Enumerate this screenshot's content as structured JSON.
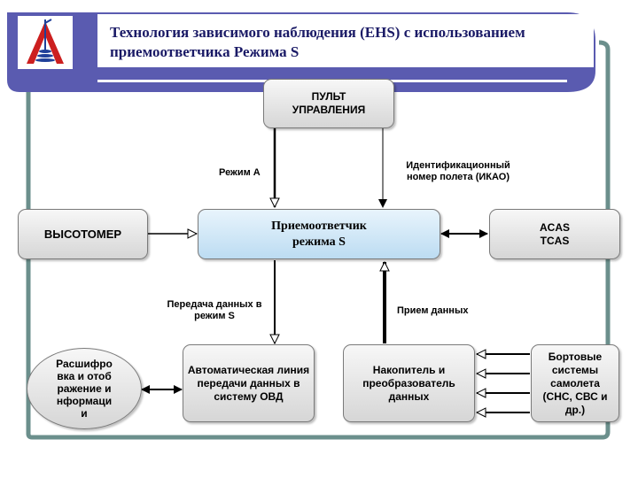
{
  "title": "Технология зависимого наблюдения (EHS) с использованием приемоответчика Режима S",
  "colors": {
    "header": "#5a5bb0",
    "frame": "#6b8f8c",
    "box_fill": "#dddddd",
    "transponder_fill": "#cfe6f6",
    "arrow": "#000000"
  },
  "boxes": {
    "control_panel": "ПУЛЬТ УПРАВЛЕНИЯ",
    "altimeter": "ВЫСОТОМЕР",
    "transponder_line1": "Приемоответчик",
    "transponder_line2": "режима S",
    "acas_line1": "ACAS",
    "acas_line2": "TCAS",
    "decoding": "Расшифровка и отображение информации",
    "auto_line": "Автоматическая линия передачи данных в систему ОВД",
    "accumulator": "Накопитель и преобразователь данных",
    "onboard": "Бортовые системы самолета (СНС, СВС и др.)"
  },
  "labels": {
    "mode_a": "Режим А",
    "flight_id_line1": "Идентификационный",
    "flight_id_line2": "номер полета (ИКАО)",
    "data_tx_line1": "Передача данных в",
    "data_tx_line2": "режим S",
    "data_rx": "Прием данных"
  },
  "logo": {
    "name": "logo-icon"
  }
}
